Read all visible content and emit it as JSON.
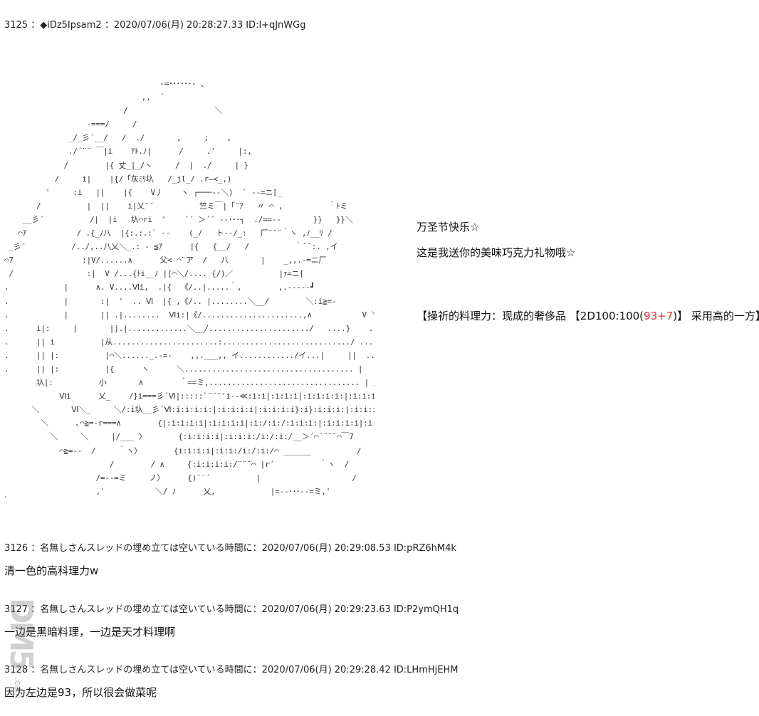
{
  "posts": [
    {
      "header": "3125 ：◆iDz5Ipsam2 ：2020/07/06(月) 20:28:27.33 ID:l+qJnWGg"
    },
    {
      "header": "3126 ：名無しさんスレッドの埋め立ては空いている時間に：2020/07/06(月) 20:29:08.53 ID:pRZ6hM4k",
      "body": "清一色的高科理力w"
    },
    {
      "header": "3127 ：名無しさんスレッドの埋め立ては空いている時間に：2020/07/06(月) 20:29:23.63 ID:P2ymQH1q",
      "body": "一边是黑暗料理，一边是天才料理啊"
    },
    {
      "header": "3128 ：名無しさんスレッドの埋め立ては空いている時間に：2020/07/06(月) 20:29:28.42 ID:LHmHjEHM",
      "body": "因为左边是93，所以很会做菜呢"
    }
  ],
  "ascii_art": "                                  -=･･････- ､\n                              ,,  ´\n                          /                   ＼\n                  -===/     /\n              _/_彡´__/   /  ./       ,     ;    ,\n              ./´¨¨ ￣|i    ｱﾄ.ﾉ|      /     .'     |:,\n             /        |{ 丈_|_/ヽ     /  |  ./     | }\n           /     i|    |{/「灰ﾐﾘ圦   /_jl_/ .r—<_,)\n         '     :i   ||    |{    V丿    ヽ ┌───‐-＼)  ` ‐‐=ニ[_\n       /          |  ||    i|乂¨´          竺ミ￣|「¨ｱ   〃 ⌒ ,          ｀ﾄミ\n    __彡´          /|  |i   圦⌒ri  '    ´´ ＞´´ --･･･┐  ./==‐-       }}   }}＼\n   ⌒ｱ           / .{_ﾉ八  |{:.:.:` ‐‐    (_/   ト‐‐/_:   厂¨¨¨｀ヽ ,ﾉ__ﾘ /\n _彡´          /../,..八乂＼_.: ‐ ≦ｱ      |{   {__/   /          ｀¨¨:. ,イ\n⌒7               :|V/......∧      父< ⌒¨ア  /   八       |    _,,.-=ニ厂\n /                :|  V /...{ﾄi__ﾉ |[⌒＼/.... {/)／          |ｧ=ニ[\n.            |      ∧. V....Ⅵi,  .|{  《/..|.....｀,        ,.-----┛\n.            |       :|  '  .. Ⅵ  |{ ,《/.. |........＼__/        ＼:i≧=-\n.            |       || .|........  Ⅵi:|《/......................,∧           V ＼ii≧=-\n.      i|:     |       |j.|.............＼__/....................../   ....}    .|    |i .....Ⅵi:＼:i`､\n.      || i          |从.......................:............................/ .......... } / |    ||........}|:::i:/\\i:`､\n.      || |:          |⌒＼......_.-=-    ,,.___,, イ............/イ...|     ||  ...  /:i|:::::|:i:}\n.      || |:          |{      ヽ      ＼..................................... |    ﾘ . /:i|:::::|::'/＼\n       圦|:          小       ∧        ｀==ミ,................................. | ／_,.<i:i:i|:::::|:i:{i:/\n            Ⅵi      乂_    /}i===彡´Ⅵ|:::::`¨¨¨'i‐‐≪:i:i|:i:i:i|:i:i:i:i:|:i:i:i:i|:i:i:i:i}\n      ＼       Ⅵ＼_     ＼/:i圦__彡´Ⅵ:i:i:i:i:|:i:i:i:i|:i:i:i:i}:i}:i:i:i:|:i:i:i:i|:i:i:i:i|_／\n        ＼      ､⌒≧=-r===∧        {|:i:i:i:i|:i:i:i:i|:i:/:i:/:i:i:i:|:i:i:i:i|:i:i:i:i|\n          ＼     ＼     |/___ 〉       {:i:i:i:i|:i:i:i:/i:/:i:/__＞´⌒¨¨¨¨⌒￣7\n            ⌒≧=--  /     ｀ヽ〉       {i:i:i:i|:i:i:/i:/:i:/⌒ ______          /\n                       /        / ∧     {:i:i:i:i:/¨¨¨⌒ |r´          ｀ヽ  /\n                    /=--=ミ     ノ〉     {)¨¨´          |                    /\n                    ,'           ＼/ ﾉ      乂,            |=-‐･･･‐-=ミ,'",
  "aa_tail": ".",
  "side": {
    "line1": "万圣节快乐☆",
    "line2": "这是我送你的美味巧克力礼物哦☆",
    "line3_prefix": "【操祈的料理力：现成的奢侈品 【2D100:100(",
    "line3_red": "93",
    "line3_mid": "+7",
    "line3_suffix": ")】 采用高的一方】"
  },
  "watermark": {
    "main": "DM5",
    "sub": ".com"
  }
}
